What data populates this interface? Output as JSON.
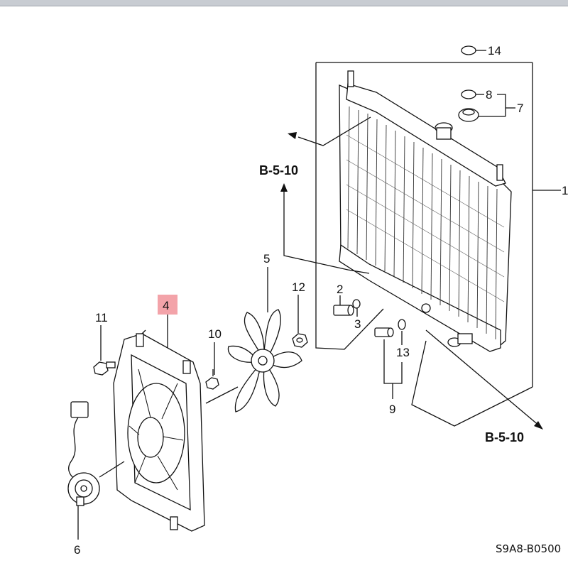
{
  "diagram": {
    "labels": {
      "p1": "1",
      "p2": "2",
      "p3": "3",
      "p4": "4",
      "p5": "5",
      "p6": "6",
      "p7": "7",
      "p8": "8",
      "p9": "9",
      "p10": "10",
      "p11": "11",
      "p12": "12",
      "p13": "13",
      "p14": "14"
    },
    "references": {
      "upper": "B-5-10",
      "lower": "B-5-10"
    },
    "diagram_code": "S9A8-B0500",
    "highlighted_part": "4",
    "colors": {
      "highlight": "#f3a3a9",
      "line": "#111111",
      "topbar": "#c8ccd2"
    }
  }
}
